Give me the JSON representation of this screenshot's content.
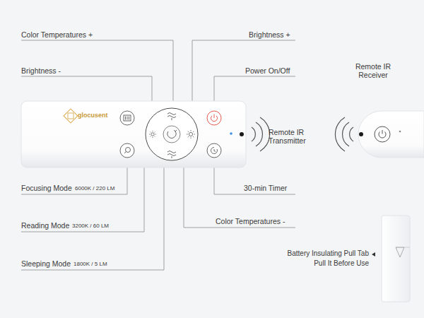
{
  "diagram": {
    "labels": [
      "Color Temperatures +",
      "Brightness +",
      "Brightness -",
      "Power On/Off",
      "Remote IR Receiver",
      "Remote IR Transmitter",
      "Focusing Mode",
      "6000K / 220 LM",
      "30-min Timer",
      "Color Temperatures -",
      "Reading Mode",
      "3200K / 60 LM",
      "Sleeping Mode",
      "1800K / 5 LM",
      "Battery Insulating Pull Tab",
      "Pull It Before Use",
      "glocusent"
    ]
  }
}
